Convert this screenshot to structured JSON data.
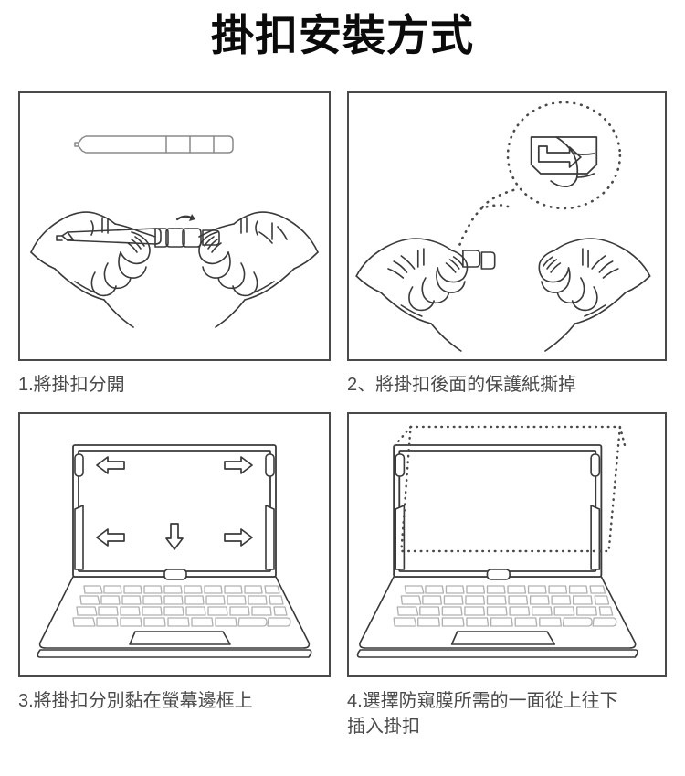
{
  "page": {
    "title": "掛扣安裝方式",
    "background_color": "#ffffff",
    "title_color": "#0b0b0b",
    "caption_color": "#4a4a4a",
    "panel_border_color": "#4a4a4a",
    "line_art_color": "#3a3a3a"
  },
  "steps": [
    {
      "number": "1",
      "caption": "1.將掛扣分開",
      "illustration": "two-hands-separating-hook-clip",
      "elements": [
        "assembled-hook-clip",
        "left-hand",
        "right-hand",
        "rotation-arrow"
      ]
    },
    {
      "number": "2",
      "caption": "2、將掛扣後面的保護紙撕掉",
      "illustration": "two-hands-peeling-backing-paper",
      "elements": [
        "left-hand",
        "right-hand",
        "dotted-callout-bubble",
        "clip-backing-paper-detail"
      ]
    },
    {
      "number": "3",
      "caption": "3.將掛扣分別黏在螢幕邊框上",
      "illustration": "laptop-with-four-hook-clips-on-bezel",
      "elements": [
        "laptop",
        "clip-top-left",
        "clip-top-right",
        "clip-bottom-left",
        "clip-bottom-right",
        "arrow-left-top",
        "arrow-right-top",
        "arrow-left-bottom",
        "arrow-right-bottom",
        "arrow-down-center"
      ]
    },
    {
      "number": "4",
      "caption": "4.選擇防窺膜所需的一面從上往下\n插入掛扣",
      "illustration": "laptop-with-privacy-film-inserted-from-top",
      "elements": [
        "laptop",
        "clip-top-left",
        "clip-top-right",
        "clip-bottom-left",
        "clip-bottom-right",
        "dotted-privacy-film-outline"
      ]
    }
  ]
}
